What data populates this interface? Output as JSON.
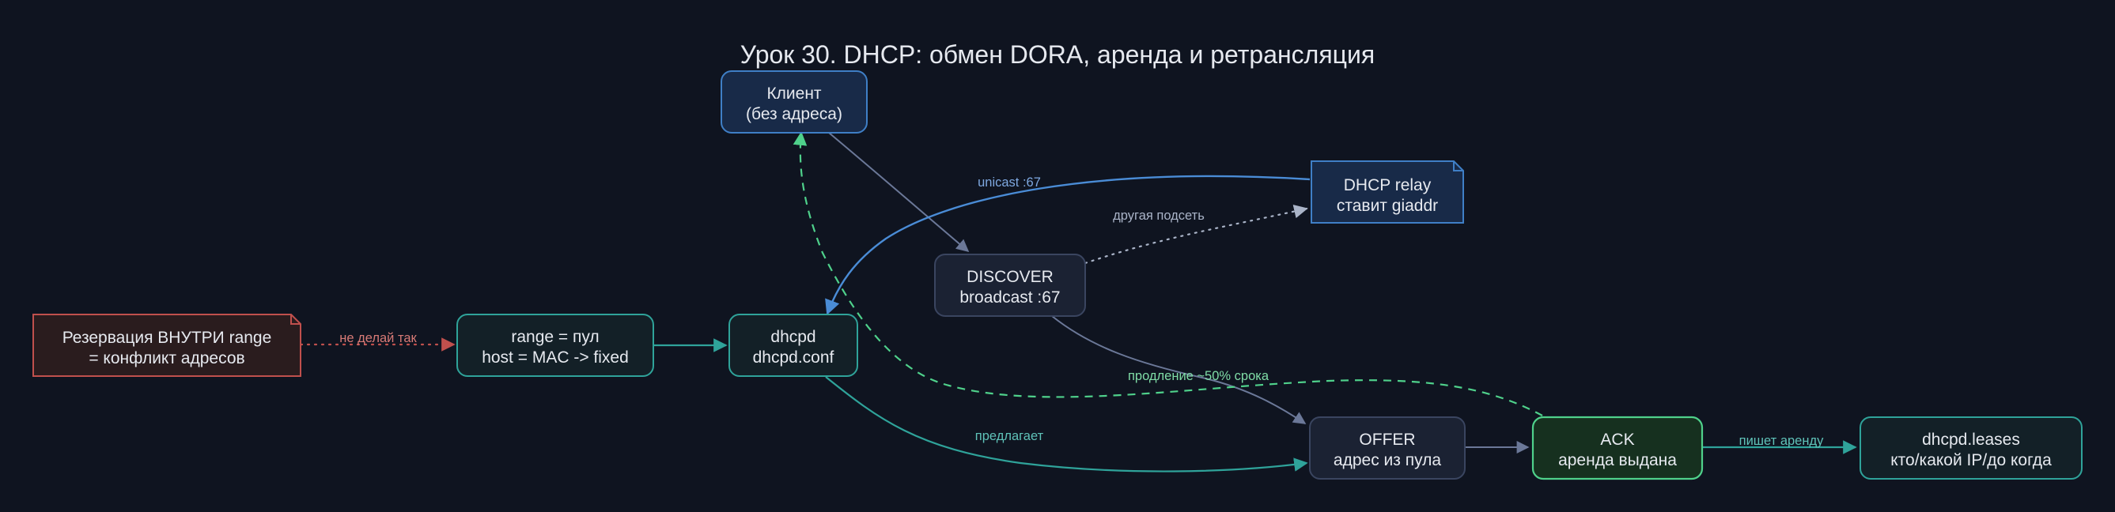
{
  "title": "Урок 30. DHCP: обмен DORA, аренда и ретрансляция",
  "colors": {
    "background": "#0f1420",
    "node_fill": "#1b2233",
    "teal": "#2fa39a",
    "blue": "#3f7fc6",
    "green": "#4fd18b",
    "red": "#c0504d",
    "gray": "#5d6a8a"
  },
  "nodes": {
    "client": {
      "line1": "Клиент",
      "line2": "(без адреса)"
    },
    "discover": {
      "line1": "DISCOVER",
      "line2": "broadcast :67"
    },
    "relay": {
      "line1": "DHCP relay",
      "line2": "ставит giaddr"
    },
    "reservation": {
      "line1": "Резервация ВНУТРИ range",
      "line2": "= конфликт адресов"
    },
    "range": {
      "line1": "range = пул",
      "line2": "host = MAC -> fixed"
    },
    "dhcpd": {
      "line1": "dhcpd",
      "line2": "dhcpd.conf"
    },
    "offer": {
      "line1": "OFFER",
      "line2": "адрес из пула"
    },
    "ack": {
      "line1": "ACK",
      "line2": "аренда выдана"
    },
    "leases": {
      "line1": "dhcpd.leases",
      "line2": "кто/какой IP/до когда"
    }
  },
  "edges": {
    "unicast": "unicast :67",
    "other_subnet": "другая подсеть",
    "dont": "не делай так",
    "renew": "продление ~50% срока",
    "offers": "предлагает",
    "writes": "пишет аренду"
  }
}
